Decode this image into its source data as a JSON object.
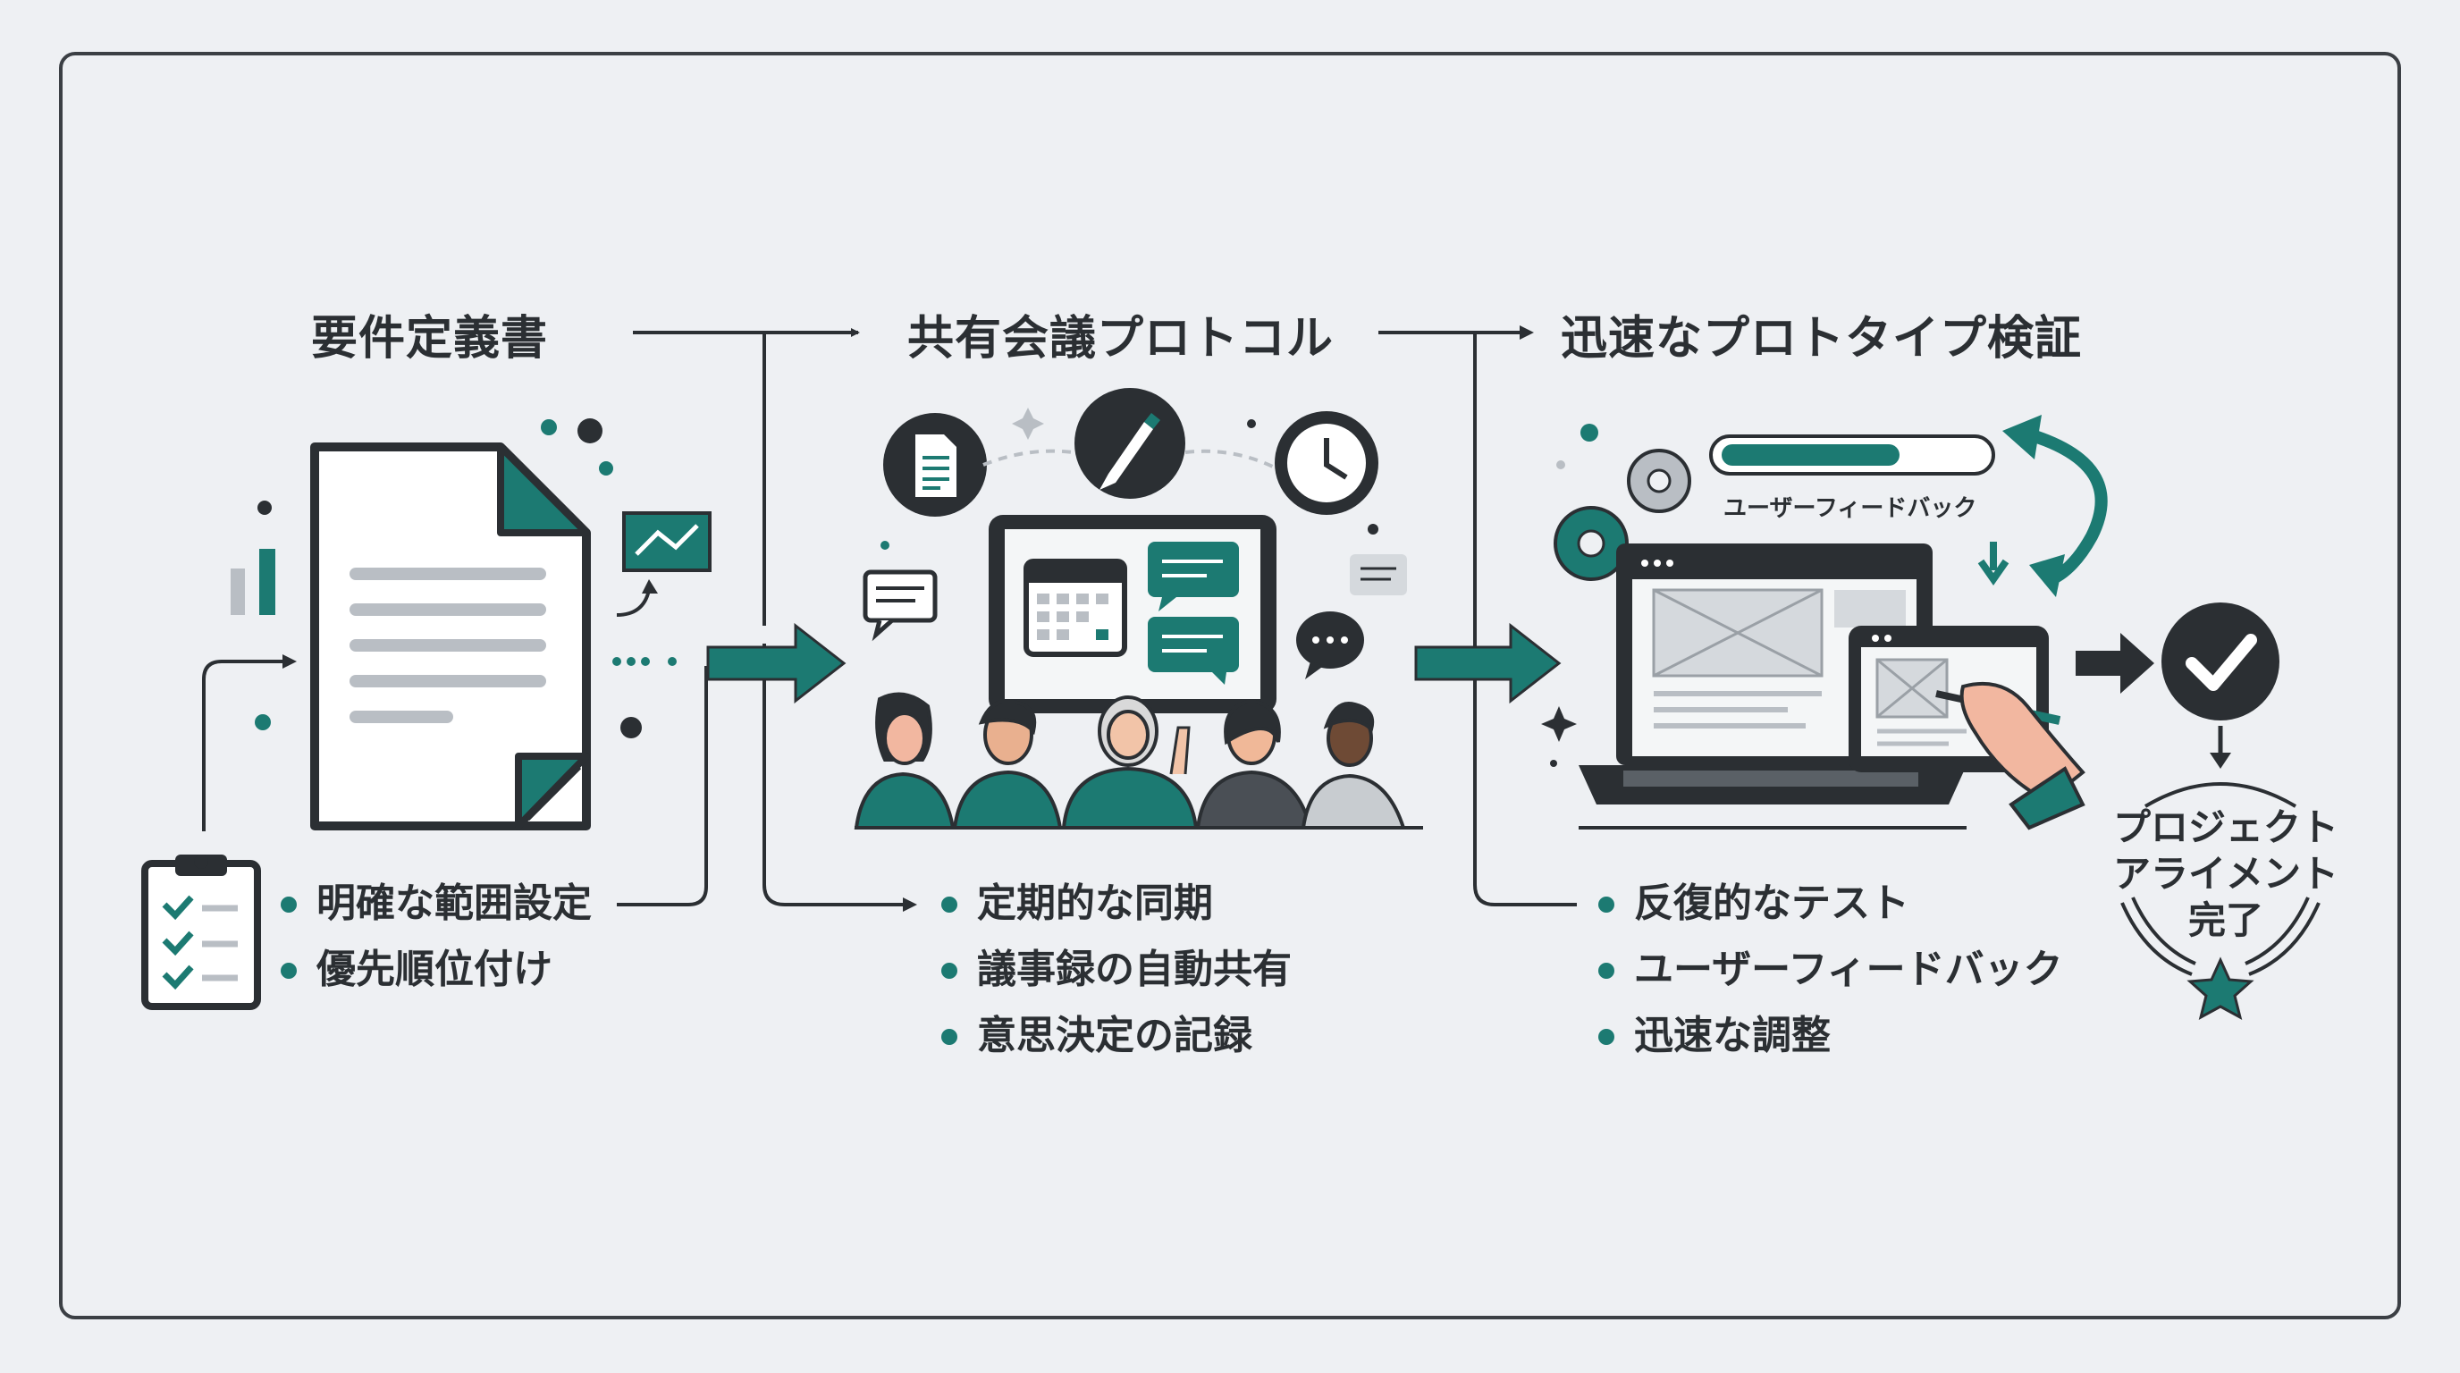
{
  "colors": {
    "teal": "#1c7a72",
    "dark": "#2b2f33",
    "background": "#eef0f3",
    "gray": "#b9bec4"
  },
  "stages": [
    {
      "title": "要件定義書",
      "bullets": [
        "明確な範囲設定",
        "優先順位付け"
      ],
      "icons": [
        "document-icon",
        "clipboard-checklist-icon",
        "bar-chart-icon",
        "trend-chart-icon"
      ]
    },
    {
      "title": "共有会議プロトコル",
      "bullets": [
        "定期的な同期",
        "議事録の自動共有",
        "意思決定の記録"
      ],
      "icons": [
        "document-icon",
        "pen-icon",
        "clock-icon",
        "calendar-icon",
        "chat-bubble-icon",
        "team-icon"
      ]
    },
    {
      "title": "迅速なプロトタイプ検証",
      "bullets": [
        "反復的なテスト",
        "ユーザーフィードバック",
        "迅速な調整"
      ],
      "icons": [
        "gear-icon",
        "laptop-icon",
        "tablet-icon",
        "hand-stylus-icon",
        "cycle-arrow-icon"
      ]
    }
  ],
  "feedback_bar": {
    "label": "ユーザーフィードバック",
    "progress": 0.68
  },
  "completion": {
    "lines": [
      "プロジェクト",
      "アライメント",
      "完了"
    ],
    "icons": [
      "check-circle-icon",
      "star-icon"
    ]
  }
}
